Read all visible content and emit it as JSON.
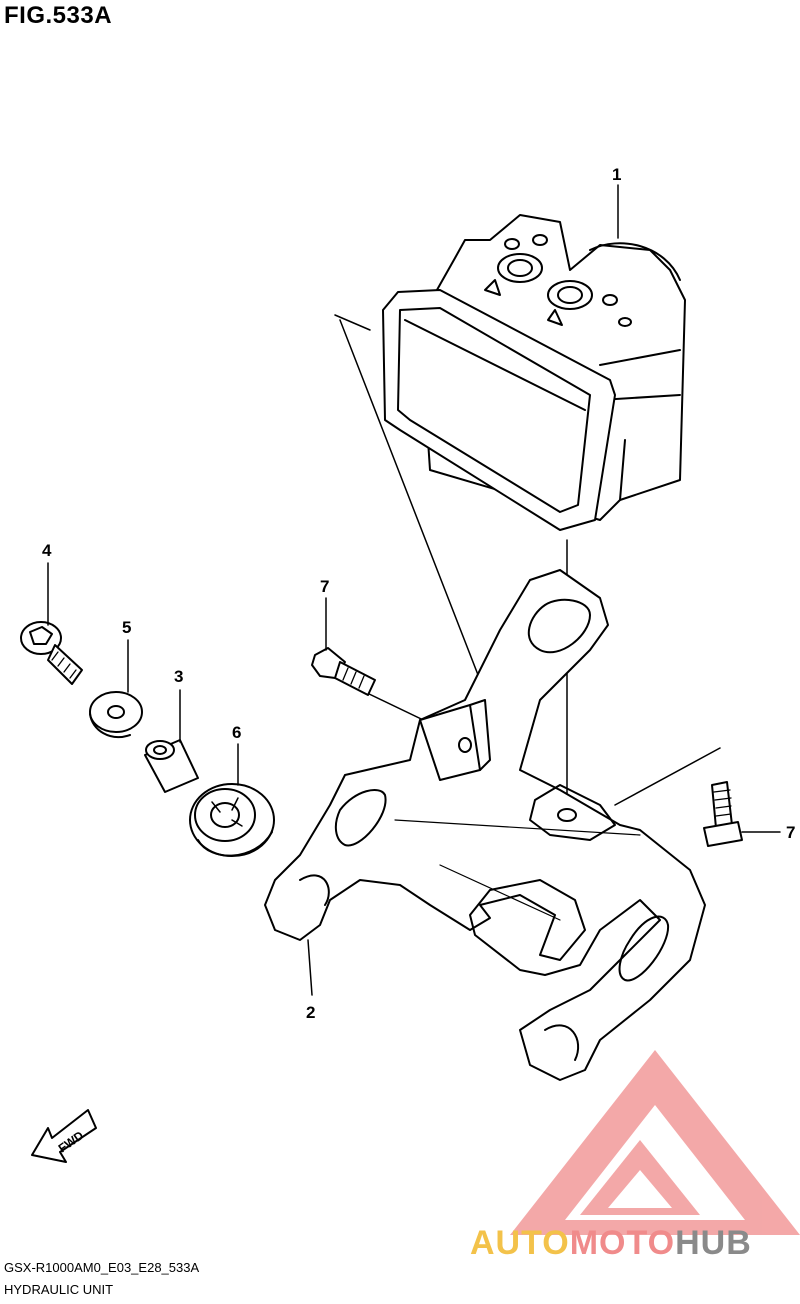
{
  "figure": {
    "title": "FIG.533A",
    "model_code": "GSX-R1000AM0_E03_E28_533A",
    "part_name": "HYDRAULIC UNIT"
  },
  "callouts": [
    {
      "id": "c1",
      "label": "1"
    },
    {
      "id": "c2",
      "label": "2"
    },
    {
      "id": "c3",
      "label": "3"
    },
    {
      "id": "c4",
      "label": "4"
    },
    {
      "id": "c5",
      "label": "5"
    },
    {
      "id": "c6",
      "label": "6"
    },
    {
      "id": "c7a",
      "label": "7"
    },
    {
      "id": "c7b",
      "label": "7"
    }
  ],
  "fwd_arrow": {
    "label": "FWD"
  },
  "watermark": {
    "part1": "AUTO",
    "part2": "MOTO",
    "part3": "HUB"
  },
  "colors": {
    "line": "#000000",
    "watermark_red": "#f08b8b",
    "watermark_yellow": "#f3c24a",
    "watermark_gray": "#8a8a8a"
  }
}
